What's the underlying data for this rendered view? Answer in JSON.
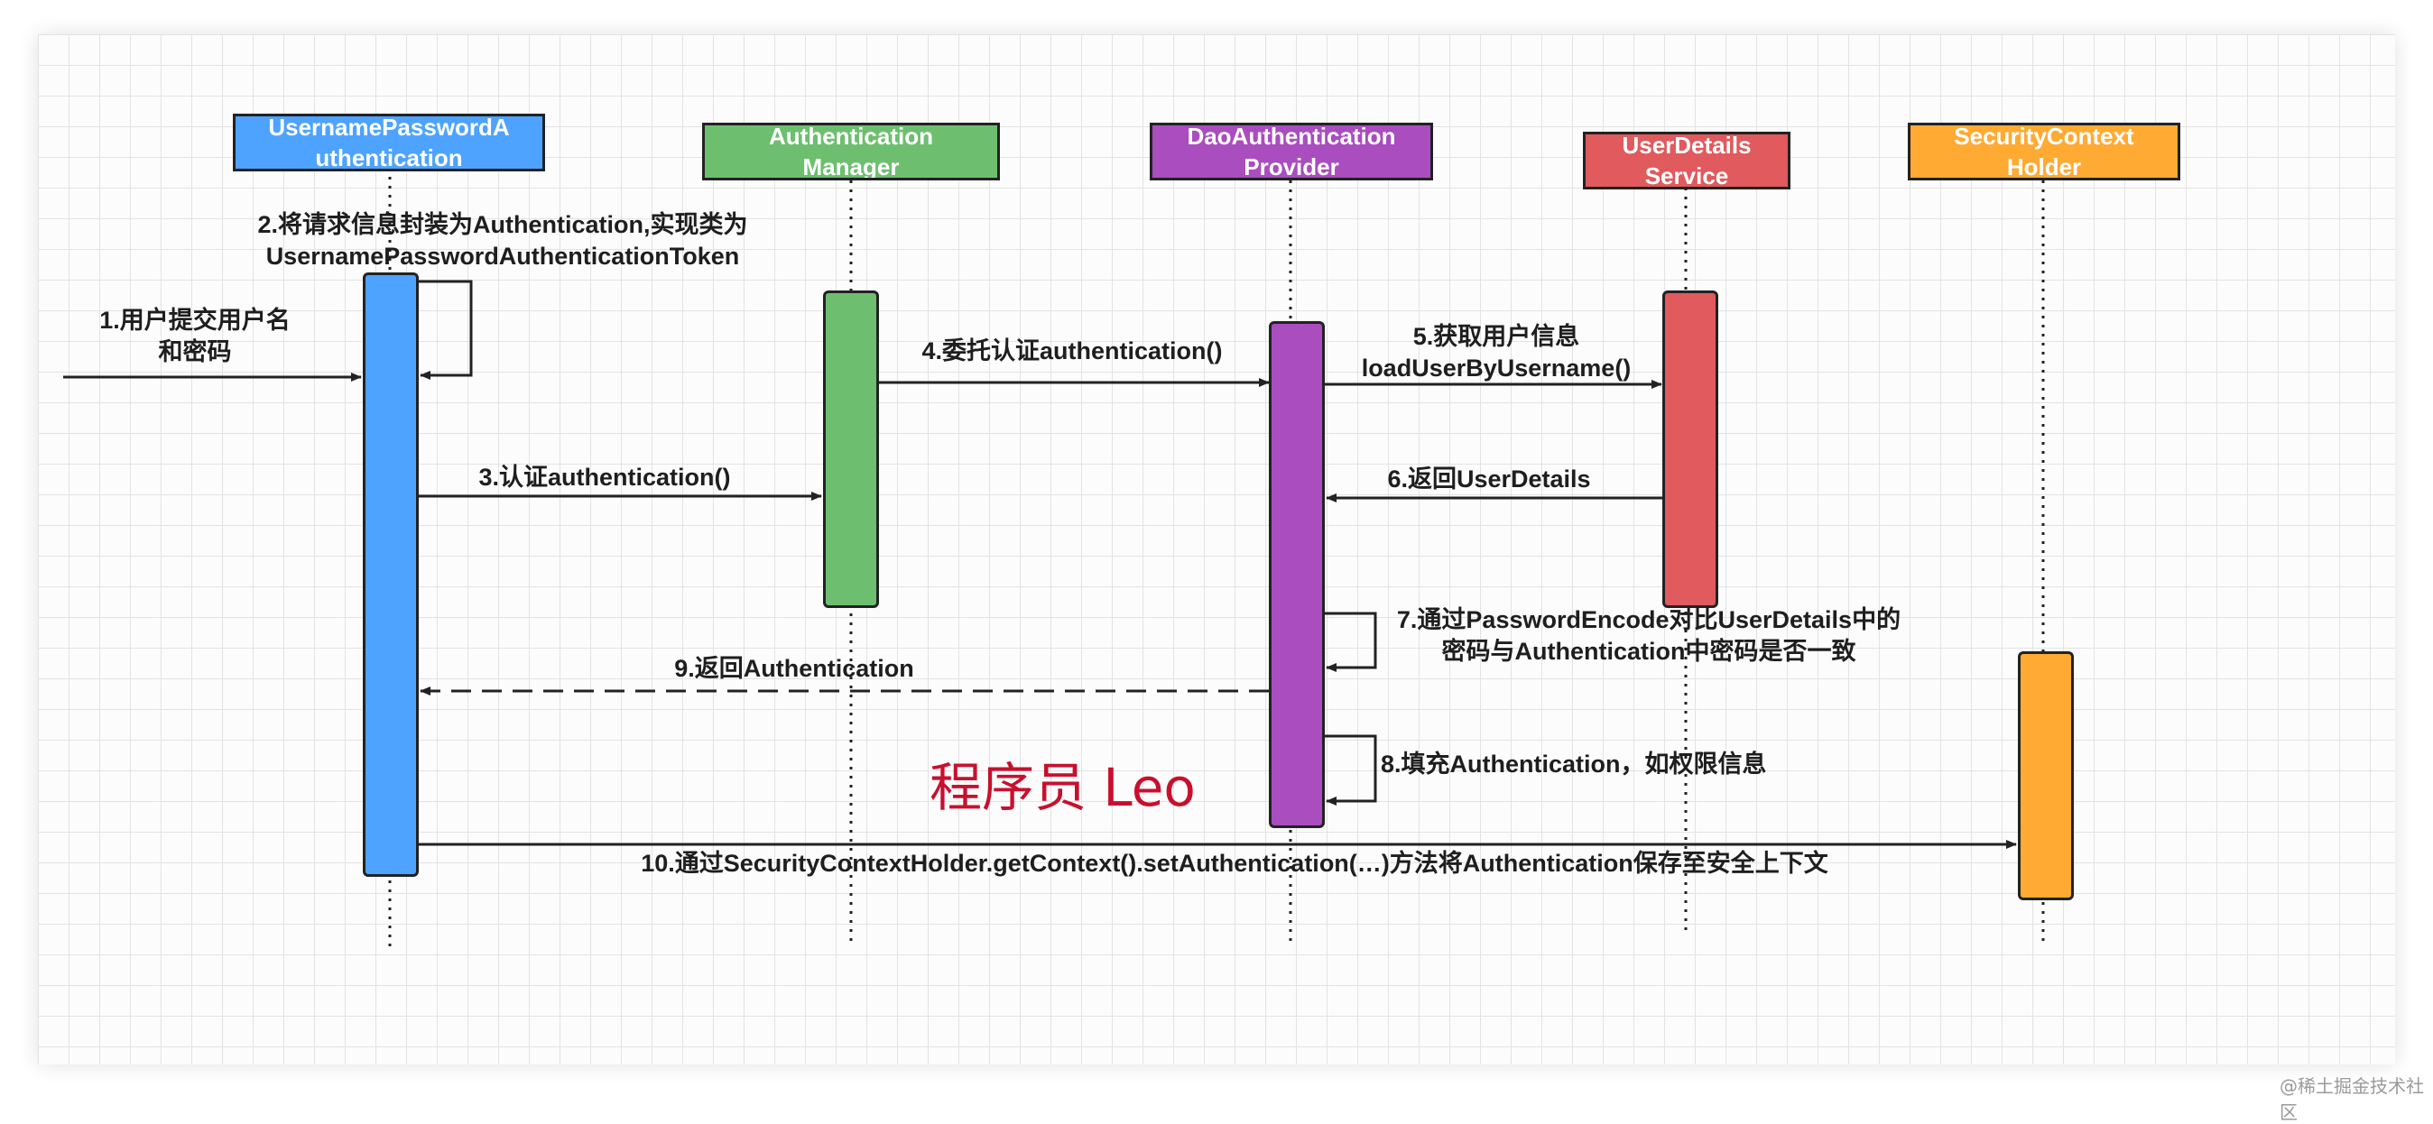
{
  "participants": [
    {
      "label": "UsernamePasswordA\nuthentication",
      "color": "#4da3ff"
    },
    {
      "label": "Authentication\nManager",
      "color": "#6dbf6f"
    },
    {
      "label": "DaoAuthentication\nProvider",
      "color": "#a94dbf"
    },
    {
      "label": "UserDetails\nService",
      "color": "#e05a5e"
    },
    {
      "label": "SecurityContext\nHolder",
      "color": "#ffaa33"
    }
  ],
  "messages": [
    {
      "text": "1.用户提交用户名\n和密码"
    },
    {
      "text": "2.将请求信息封装为Authentication,实现类为\nUsernamePasswordAuthenticationToken"
    },
    {
      "text": "3.认证authentication()"
    },
    {
      "text": "4.委托认证authentication()"
    },
    {
      "text": "5.获取用户信息\nloadUserByUsername()"
    },
    {
      "text": "6.返回UserDetails"
    },
    {
      "text": "7.通过PasswordEncode对比UserDetails中的\n密码与Authentication中密码是否一致"
    },
    {
      "text": "8.填充Authentication，如权限信息"
    },
    {
      "text": "9.返回Authentication"
    },
    {
      "text": "10.通过SecurityContextHolder.getContext().setAuthentication(…)方法将Authentication保存至安全上下文"
    }
  ],
  "watermark": "程序员 Leo",
  "credit": "@稀土掘金技术社区"
}
